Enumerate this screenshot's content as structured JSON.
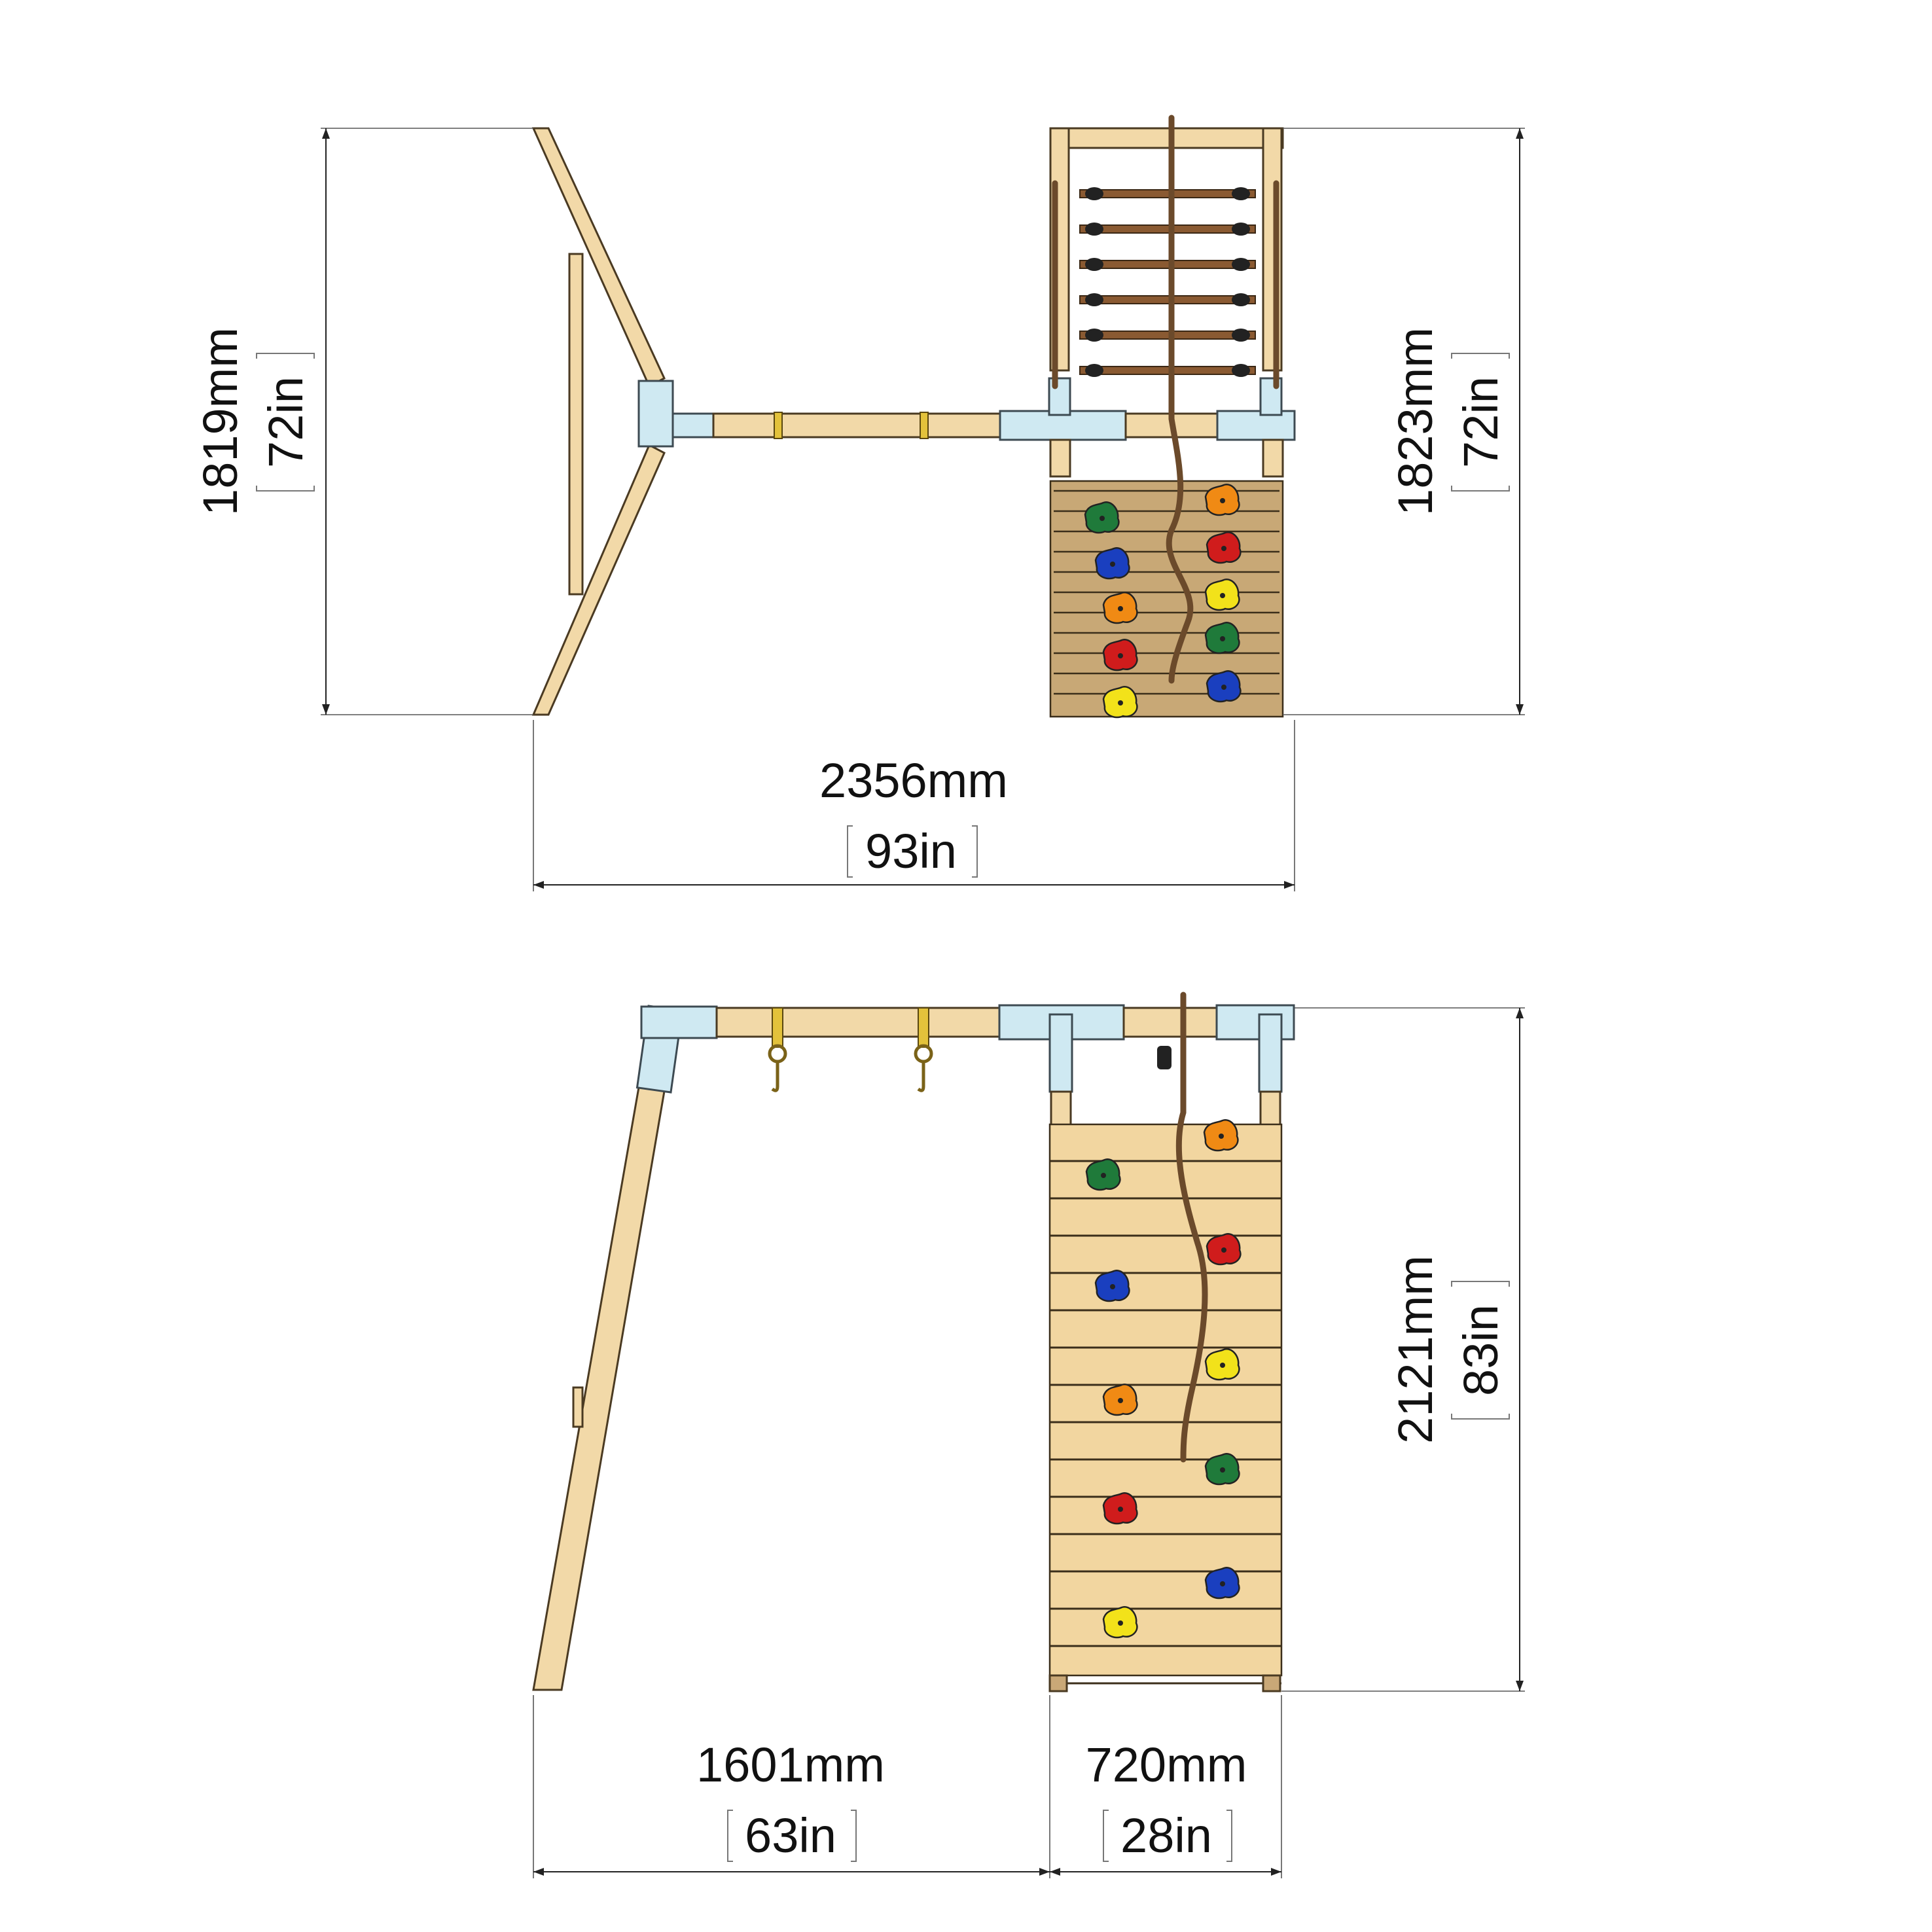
{
  "top_view": {
    "height_left": {
      "mm": "1819mm",
      "in": "72in"
    },
    "height_right": {
      "mm": "1823mm",
      "in": "72in"
    },
    "width_total": {
      "mm": "2356mm",
      "in": "93in"
    }
  },
  "front_view": {
    "height": {
      "mm": "2121mm",
      "in": "83in"
    },
    "width_left": {
      "mm": "1601mm",
      "in": "63in"
    },
    "width_right": {
      "mm": "720mm",
      "in": "28in"
    }
  },
  "colors": {
    "hold_green": "#1f7a3a",
    "hold_blue": "#1a3fbf",
    "hold_orange": "#f08a14",
    "hold_red": "#d01c1c",
    "hold_yellow": "#f2e21a"
  },
  "top_view_holds": [
    "green",
    "orange",
    "blue",
    "red",
    "orange",
    "yellow",
    "red",
    "green",
    "yellow",
    "blue"
  ],
  "front_view_holds": [
    "orange",
    "green",
    "red",
    "blue",
    "yellow",
    "orange",
    "green",
    "red",
    "blue",
    "yellow"
  ]
}
